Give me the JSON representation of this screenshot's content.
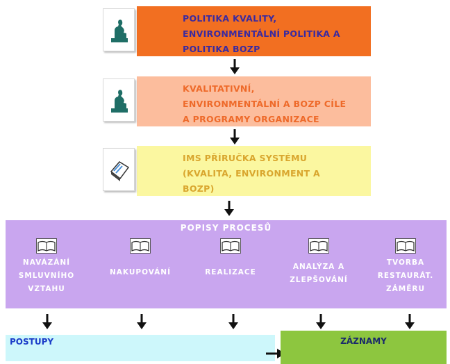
{
  "boxes": [
    {
      "text": "POLITIKA KVALITY,\nENVIRONMENTÁLNÍ POLITIKA A\nPOLITIKA BOZP",
      "bg": "#f26f21",
      "color": "#3a2aa0",
      "icon": "thinker-statue-icon"
    },
    {
      "text": "KVALITATIVNÍ,\nENVIRONMENTÁLNÍ A BOZP CÍLE\nA PROGRAMY ORGANIZACE",
      "bg": "#fcbd9d",
      "color": "#ee6a2a",
      "icon": "thinker-statue-icon"
    },
    {
      "text": "IMS PŘÍRUČKA SYSTÉMU\n(KVALITA, ENVIRONMENT A\nBOZP)",
      "bg": "#fbf7a0",
      "color": "#d9a62e",
      "icon": "book-icon"
    }
  ],
  "processes": {
    "title": "POPISY PROCESŮ",
    "bg": "#c9a6ef",
    "items": [
      {
        "label": "NAVÁZÁNÍ\nSMLUVNÍHO\nVZTAHU",
        "icon": "open-book-icon"
      },
      {
        "label": "NAKUPOVÁNÍ",
        "icon": "open-book-icon"
      },
      {
        "label": "REALIZACE",
        "icon": "open-book-icon"
      },
      {
        "label": "ANALÝZA A\nZLEPŠOVÁNÍ",
        "icon": "open-book-icon"
      },
      {
        "label": "TVORBA\nRESTAURÁT.\nZÁMĚRU",
        "icon": "open-book-icon"
      }
    ]
  },
  "postupy": {
    "label": "POSTUPY",
    "bg": "#cdf7fb",
    "color": "#1a3cc8"
  },
  "zaznamy": {
    "label": "ZÁZNAMY",
    "bg": "#8dc63f",
    "color": "#1a2a6a"
  }
}
